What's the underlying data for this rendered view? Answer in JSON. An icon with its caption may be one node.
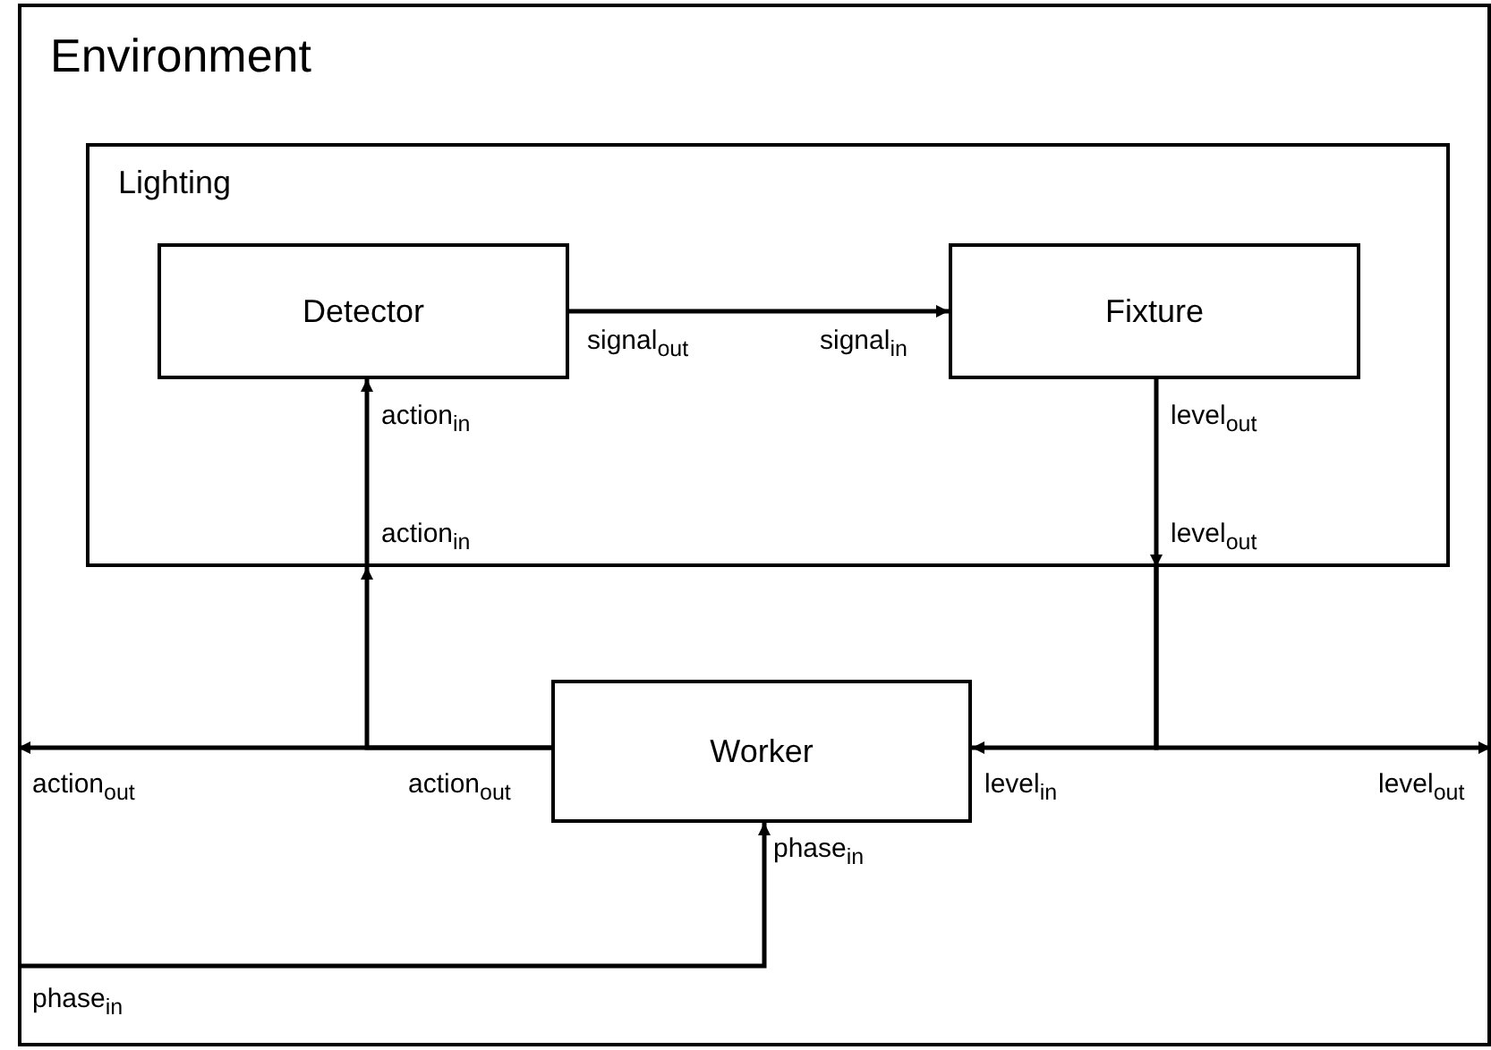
{
  "diagram": {
    "nodes": [
      {
        "text": [
          "Environment"
        ]
      },
      {
        "text": [
          "Lighting"
        ],
        "in": 0
      },
      {
        "text": [
          "Detector"
        ],
        "in": 1
      },
      {
        "text": [
          "Fixture"
        ],
        "in": 1
      },
      {
        "text": [
          "Worker"
        ],
        "in": 0
      }
    ],
    "edges": [
      {
        "from": 2,
        "to": 3,
        "arrow": "to"
      },
      {
        "from": 3,
        "to": 1,
        "arrow": "to"
      },
      {
        "from": 1,
        "to": 4,
        "arrow": "to"
      },
      {
        "from": 1,
        "to": 0,
        "arrow": "to"
      },
      {
        "from": 4,
        "to": 1,
        "arrow": "to"
      },
      {
        "from": 1,
        "to": 2,
        "arrow": "to"
      },
      {
        "from": 4,
        "to": 0,
        "arrow": "to"
      },
      {
        "from": 0,
        "to": 4,
        "arrow": "to"
      }
    ],
    "labels": [
      "signal$_{out}$",
      "signal$_{in}$",
      "action$_{in}$",
      "level$_{out}$",
      "action$_{in}$",
      "level$_{out}$",
      "action$_{out}$",
      "action$_{out}$",
      "level$_{in}$",
      "level$_{out}$",
      "phase$_{in}$",
      "phase$_{in}$"
    ]
  }
}
